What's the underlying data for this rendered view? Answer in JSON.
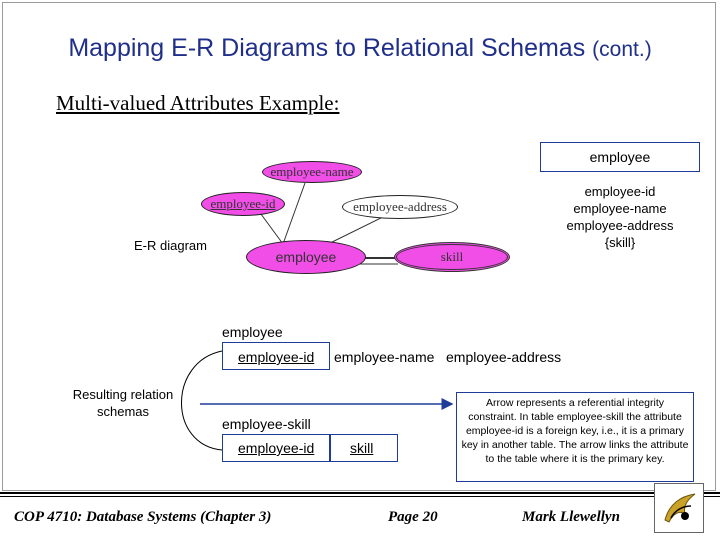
{
  "title": {
    "main": "Mapping E-R Diagrams to Relational Schemas",
    "cont": "(cont.)"
  },
  "subtitle": "Multi-valued Attributes Example:",
  "er": {
    "label": "E-R diagram",
    "attr_name": "employee-name",
    "attr_id": "employee-id",
    "attr_address": "employee-address",
    "entity": "employee",
    "attr_skill": "skill"
  },
  "entity_box": {
    "title": "employee",
    "attributes": [
      "employee-id",
      "employee-name",
      "employee-address",
      "{skill}"
    ]
  },
  "relations": {
    "label": "Resulting relation schemas",
    "employee": {
      "name": "employee",
      "columns": [
        "employee-id",
        "employee-name",
        "employee-address"
      ]
    },
    "employee_skill": {
      "name": "employee-skill",
      "columns": [
        "employee-id",
        "skill"
      ]
    }
  },
  "note": "Arrow represents a referential integrity constraint.  In table employee-skill the attribute employee-id is a foreign key, i.e., it is a primary key in another table.  The arrow links the attribute to the table where it is the primary key.",
  "footer": {
    "course": "COP 4710: Database Systems  (Chapter 3)",
    "page": "Page 20",
    "author": "Mark Llewellyn"
  },
  "colors": {
    "title": "#1f2f8a",
    "attribute_fill": "#f04ee6",
    "box_border": "#1f3c9a"
  }
}
